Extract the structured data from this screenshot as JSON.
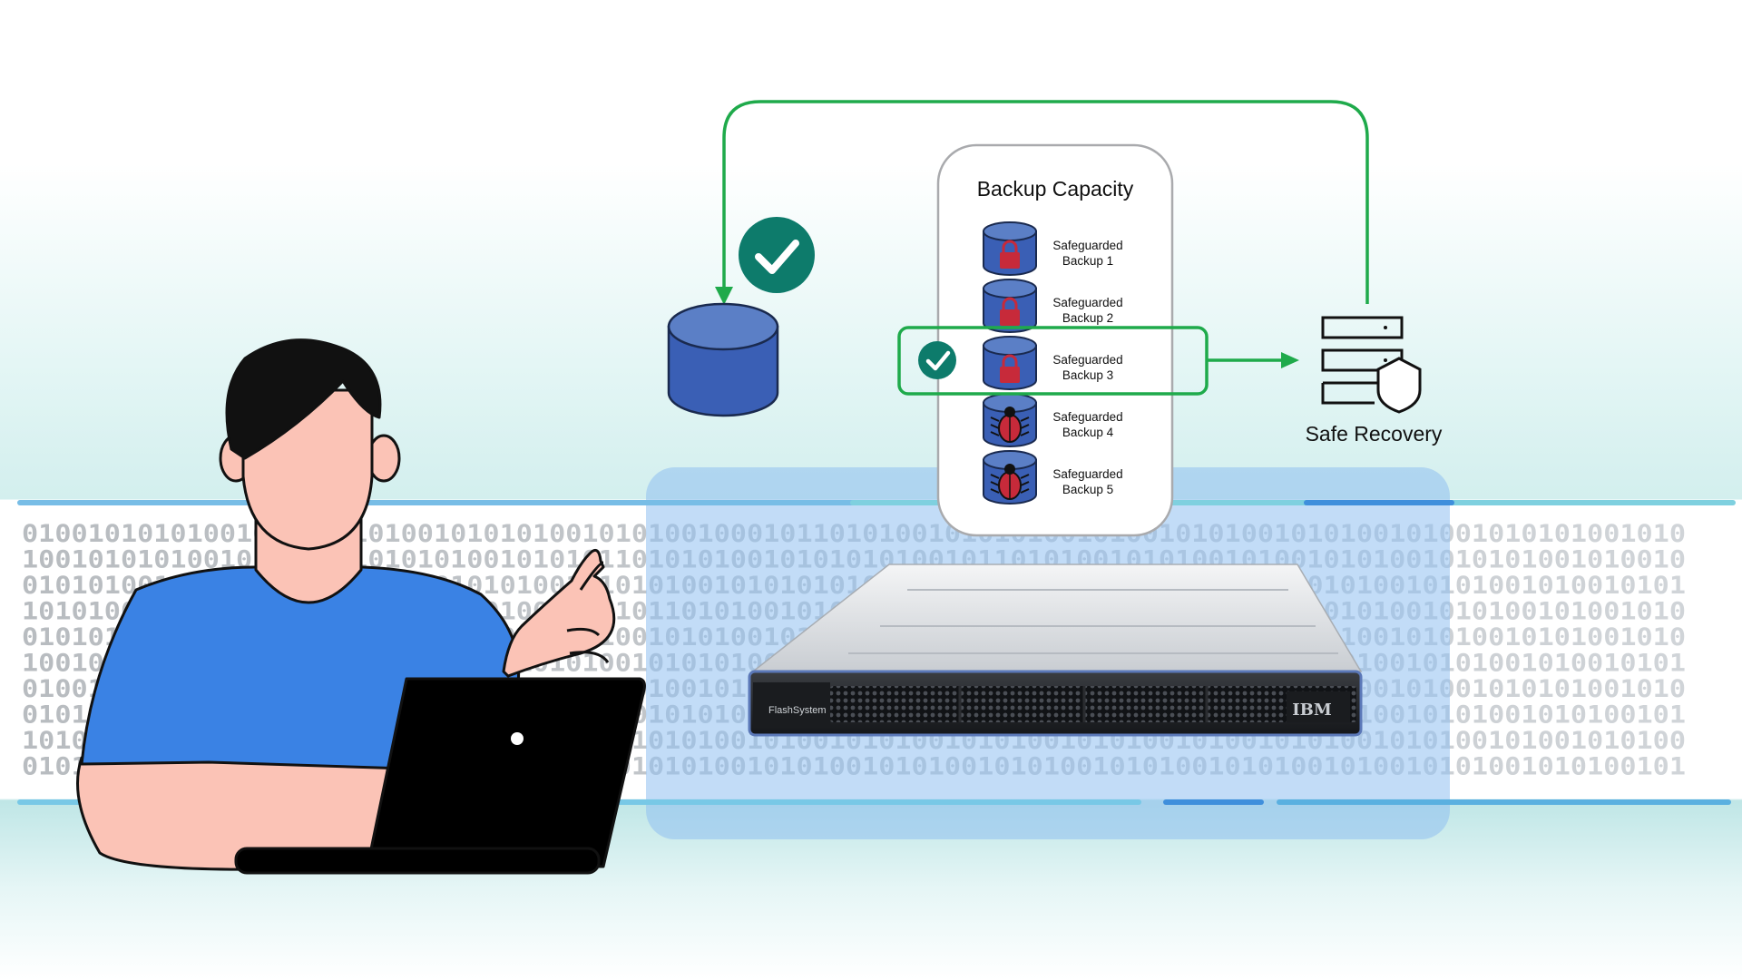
{
  "capacity": {
    "title": "Backup Capacity",
    "backups": [
      {
        "line1": "Safeguarded",
        "line2": "Backup 1",
        "state": "locked"
      },
      {
        "line1": "Safeguarded",
        "line2": "Backup 2",
        "state": "locked"
      },
      {
        "line1": "Safeguarded",
        "line2": "Backup 3",
        "state": "locked",
        "selected": true
      },
      {
        "line1": "Safeguarded",
        "line2": "Backup 4",
        "state": "infected"
      },
      {
        "line1": "Safeguarded",
        "line2": "Backup 5",
        "state": "infected"
      }
    ]
  },
  "recovery": {
    "label": "Safe Recovery"
  },
  "device": {
    "model_label": "FlashSystem",
    "brand": "IBM"
  },
  "binary_rows": [
    "01001010101001010100101001010101001010100100010110101001010101001010010101001010100101001010101001010",
    "10010101010010101010101010100101010110101010010101010100101101010010101001010010101001010101001010010",
    "01010100101001010101001010101010010101010010101010100101010010101001010010101001010010101001010010101",
    "10101001010101001010100101010100101010110101001010101010010101001010101001010010101001010100101001010",
    "01010101001010100101010010101001010100101010010100101010100101010010101001010010100101010010101001010",
    "10010101001010101001010101010010101001010101001010010101001010100101010010101001010010101001010010101",
    "01001010100101010010101010010101001010100101010010101001010100101010010101001010100101001010101001010",
    "01010010101001010100101010101001010100101010011010100101010010101001010100101001010010101001010100101",
    "10100101010010101001010101010010101001010100101001010100101010010101001010010101001010100101001010100",
    "01010101001010100101010101010010101001010100101010010101001010100101010010101001010010101001010100101"
  ],
  "colors": {
    "green": "#1faa4b",
    "teal": "#0d7b6b",
    "db_blue": "#3a5fb5",
    "db_top": "#5b7fc6",
    "shirt": "#3a82e4",
    "skin": "#fbc3b6",
    "band": "#bcd6f3"
  }
}
